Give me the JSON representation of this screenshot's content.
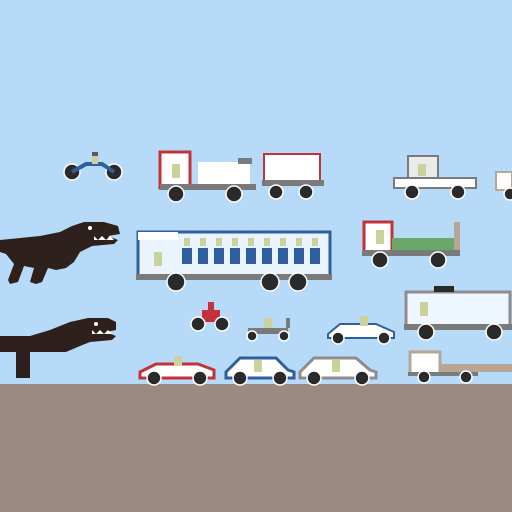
{
  "colors": {
    "sky": "#b7daf8",
    "ground": "#9a8a80",
    "dino": "#2e211d",
    "dino_teeth": "#ffffff",
    "wheel": "#2a2a2a",
    "frame": "#7a7a7a",
    "red": "#c3323a",
    "blue": "#2f5f9e",
    "ragdoll": "#c8d29a",
    "wood": "#b7a596",
    "grey_truck": "#8d8d8d"
  },
  "entities": [
    "t-rex-standing",
    "t-rex-head-with-jetpack",
    "motorcycle",
    "flatbed-truck-red-cab",
    "trailer-red-frame",
    "pickup-white",
    "partial-vehicle-right",
    "passenger-bus",
    "cargo-truck-crocodiles",
    "red-scooter",
    "go-kart",
    "white-race-car",
    "grey-truck-open",
    "red-convertible",
    "navy-sedan",
    "grey-sedan",
    "wooden-flatbed-truck"
  ]
}
